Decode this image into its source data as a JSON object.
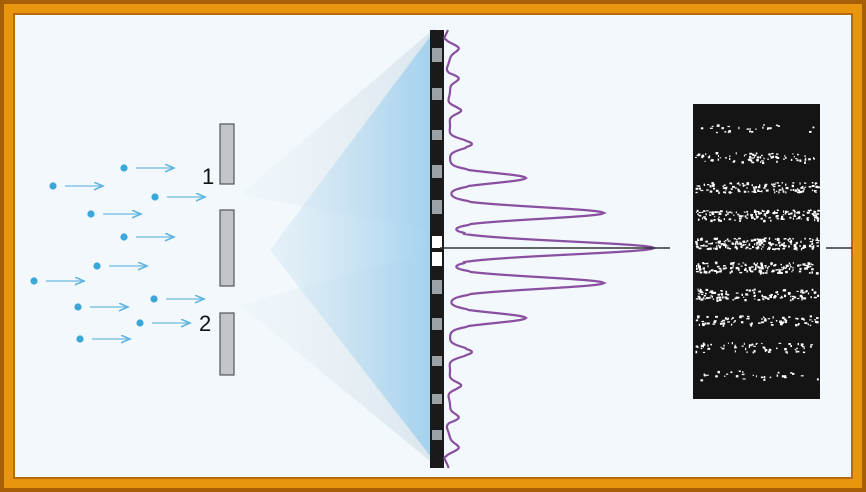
{
  "diagram": {
    "slit_labels": [
      "1",
      "2"
    ],
    "colors": {
      "frame": "#e8960e",
      "background": "#f2f8fc",
      "particles": "#3aa7d9",
      "beam": "#a7d3ef",
      "intensity_curve": "#8a4fa0",
      "detector_screen": "#1a1a1a",
      "slit_plate": "#c2c6ca"
    },
    "icons": [
      "electron-dot",
      "direction-arrow",
      "slit-plate",
      "detector-screen",
      "intensity-curve",
      "interference-photo"
    ]
  }
}
